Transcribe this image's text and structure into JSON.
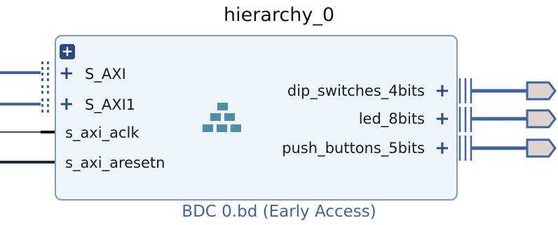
{
  "block": {
    "title": "hierarchy_0",
    "footer": "BDC 0.bd (Early Access)",
    "collapse_glyph": "+",
    "border_color": "#7e9ac0",
    "fill_color": "#eef5fc",
    "bus_color": "#3d63a5"
  },
  "left_ports": [
    {
      "label": "S_AXI",
      "type": "interface-bus",
      "expander": "+"
    },
    {
      "label": "S_AXI1",
      "type": "interface-bus",
      "expander": "+"
    },
    {
      "label": "s_axi_aclk",
      "type": "clock"
    },
    {
      "label": "s_axi_aresetn",
      "type": "reset"
    }
  ],
  "right_ports": [
    {
      "label": "dip_switches_4bits",
      "expander": "+",
      "connector": "output-port"
    },
    {
      "label": "led_8bits",
      "expander": "+",
      "connector": "output-port"
    },
    {
      "label": "push_buttons_5bits",
      "expander": "+",
      "connector": "output-port"
    }
  ],
  "icons": {
    "hierarchy": "hierarchy-icon",
    "collapse": "collapse-icon"
  }
}
